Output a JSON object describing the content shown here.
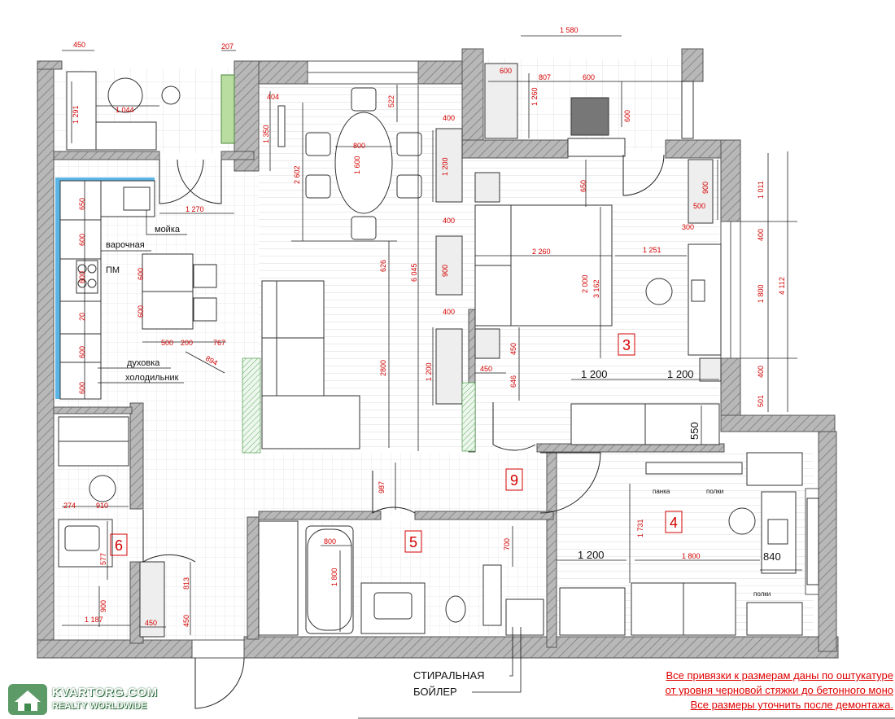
{
  "rooms": {
    "r3": "3",
    "r4": "4",
    "r5": "5",
    "r6": "6",
    "r9": "9"
  },
  "labels": {
    "sink": "мойка",
    "hob": "варочная",
    "dishwasher": "ПМ",
    "oven": "духовка",
    "fridge": "холодильник",
    "shelf_a": "панка",
    "shelves_b": "полки",
    "shelves_c": "полки",
    "washer": "СТИРАЛЬНАЯ",
    "boiler": "БОЙЛЕР"
  },
  "dims": {
    "d450_top": "450",
    "d207": "207",
    "d1291": "1 291",
    "d1044": "1 044",
    "d1580": "1 580",
    "d600a": "600",
    "d807": "807",
    "d600b": "600",
    "d1260": "1 260",
    "d600c": "600",
    "d404": "404",
    "d522": "522",
    "d1350": "1 350",
    "d800": "800",
    "d1600": "1 600",
    "d2602": "2 602",
    "d1200a": "1 200",
    "d400a": "400",
    "d400b": "400",
    "d900a": "900",
    "d400c": "400",
    "d1200b": "1 200",
    "d626": "626",
    "d6045": "6 045",
    "d2800": "2800",
    "d650a": "650",
    "d650b": "650",
    "d1270": "1 270",
    "d600k1": "600",
    "d600k2": "600",
    "d20a": "20",
    "d600k3": "600",
    "d600k4": "600",
    "d500": "500",
    "d200": "200",
    "d767": "767",
    "d894": "894",
    "d600t1": "600",
    "d600t2": "600",
    "d2260": "2 260",
    "d2000": "2 000",
    "d3162": "3 162",
    "d1251": "1 251",
    "d900b": "900",
    "d500b": "500",
    "d300": "300",
    "d1011": "1 011",
    "d400d": "400",
    "d1800a": "1 800",
    "d4112": "4 112",
    "d400e": "400",
    "d501": "501",
    "d450b": "450",
    "d646": "646",
    "d450c": "450",
    "d1200c": "1 200",
    "d1200d": "1 200",
    "d550": "550",
    "d987": "987",
    "d910": "910",
    "d274": "274",
    "d577": "577",
    "d900c": "900",
    "d1187": "1 187",
    "d813": "813",
    "d450d": "450",
    "d450e": "450",
    "d800b": "800",
    "d1800b": "1 800",
    "d700": "700",
    "d1200e": "1 200",
    "d1731": "1 731",
    "d1800c": "1 800",
    "d840": "840"
  },
  "notes": {
    "line1": "Все привязки к размерам даны по оштукатуре",
    "line2": "от уровня черновой стяжки до бетонного моно",
    "line3": "Все размеры уточнить после демонтажа."
  },
  "watermark": {
    "line1": "KVARTORG.COM",
    "line2": "REALTY WORLDWIDE"
  },
  "colors": {
    "dimension_text": "#d40000",
    "walls": "#b5b5b5",
    "kitchen_backsplash": "#5ab4e6",
    "note_text": "#e00000"
  }
}
